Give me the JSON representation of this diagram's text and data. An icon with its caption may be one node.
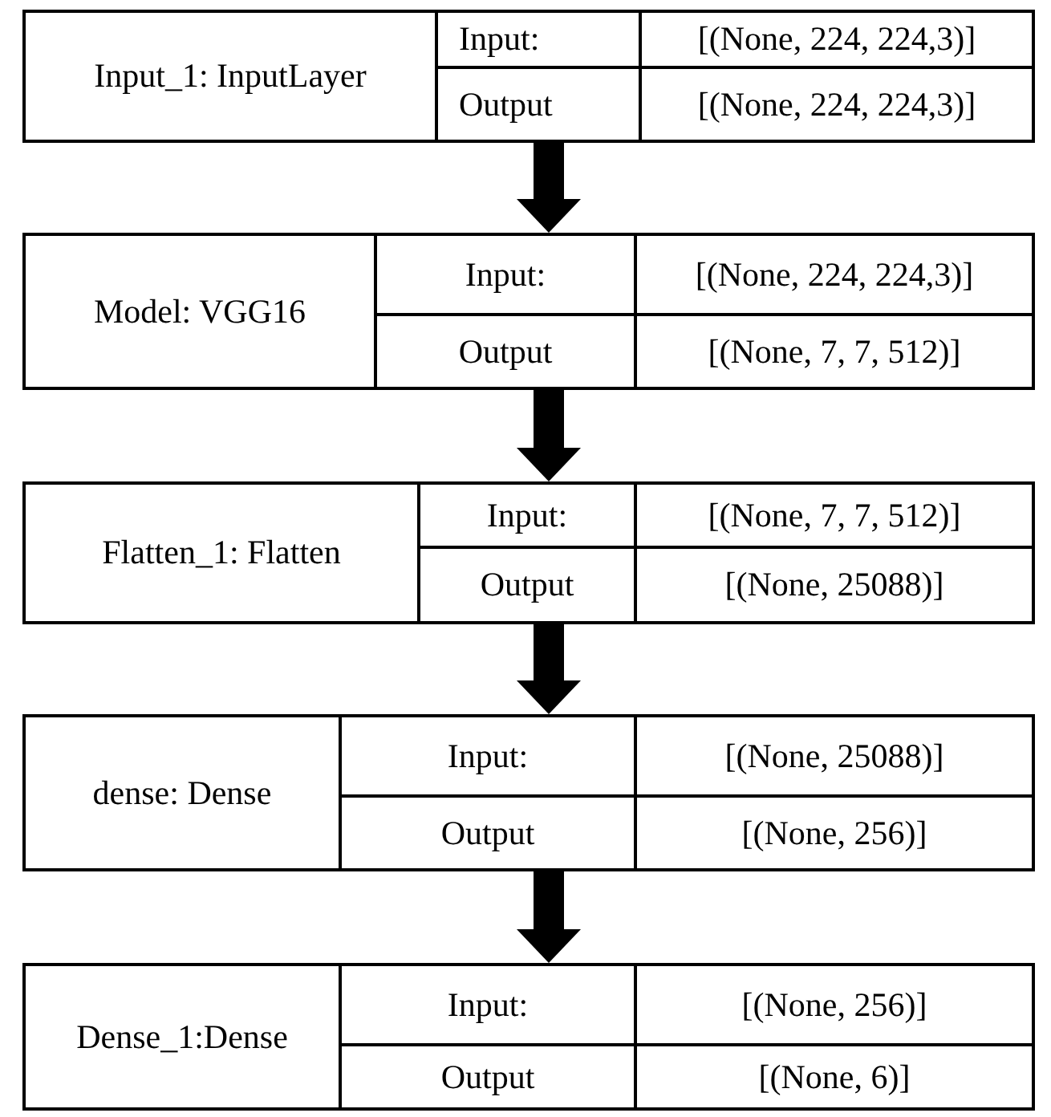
{
  "diagram": {
    "nodes": [
      {
        "text": [
          "Input_1: InputLayer",
          "Input:",
          "[(None, 224, 224,3)]",
          "Output",
          "[(None, 224, 224,3)]"
        ]
      },
      {
        "text": [
          "Model: VGG16",
          "Input:",
          "[(None, 224, 224,3)]",
          "Output",
          "[(None, 7, 7, 512)]"
        ]
      },
      {
        "text": [
          "Flatten_1: Flatten",
          "Input:",
          "[(None, 7, 7, 512)]",
          "Output",
          "[(None, 25088)]"
        ]
      },
      {
        "text": [
          "dense: Dense",
          "Input:",
          "[(None, 25088)]",
          "Output",
          "[(None, 256)]"
        ]
      },
      {
        "text": [
          "Dense_1:Dense",
          "Input:",
          "[(None, 256)]",
          "Output",
          "[(None, 6)]"
        ]
      }
    ],
    "edges": [
      {
        "from": 0,
        "to": 1,
        "arrow": "to"
      },
      {
        "from": 1,
        "to": 2,
        "arrow": "to"
      },
      {
        "from": 2,
        "to": 3,
        "arrow": "to"
      },
      {
        "from": 3,
        "to": 4,
        "arrow": "to"
      }
    ]
  }
}
